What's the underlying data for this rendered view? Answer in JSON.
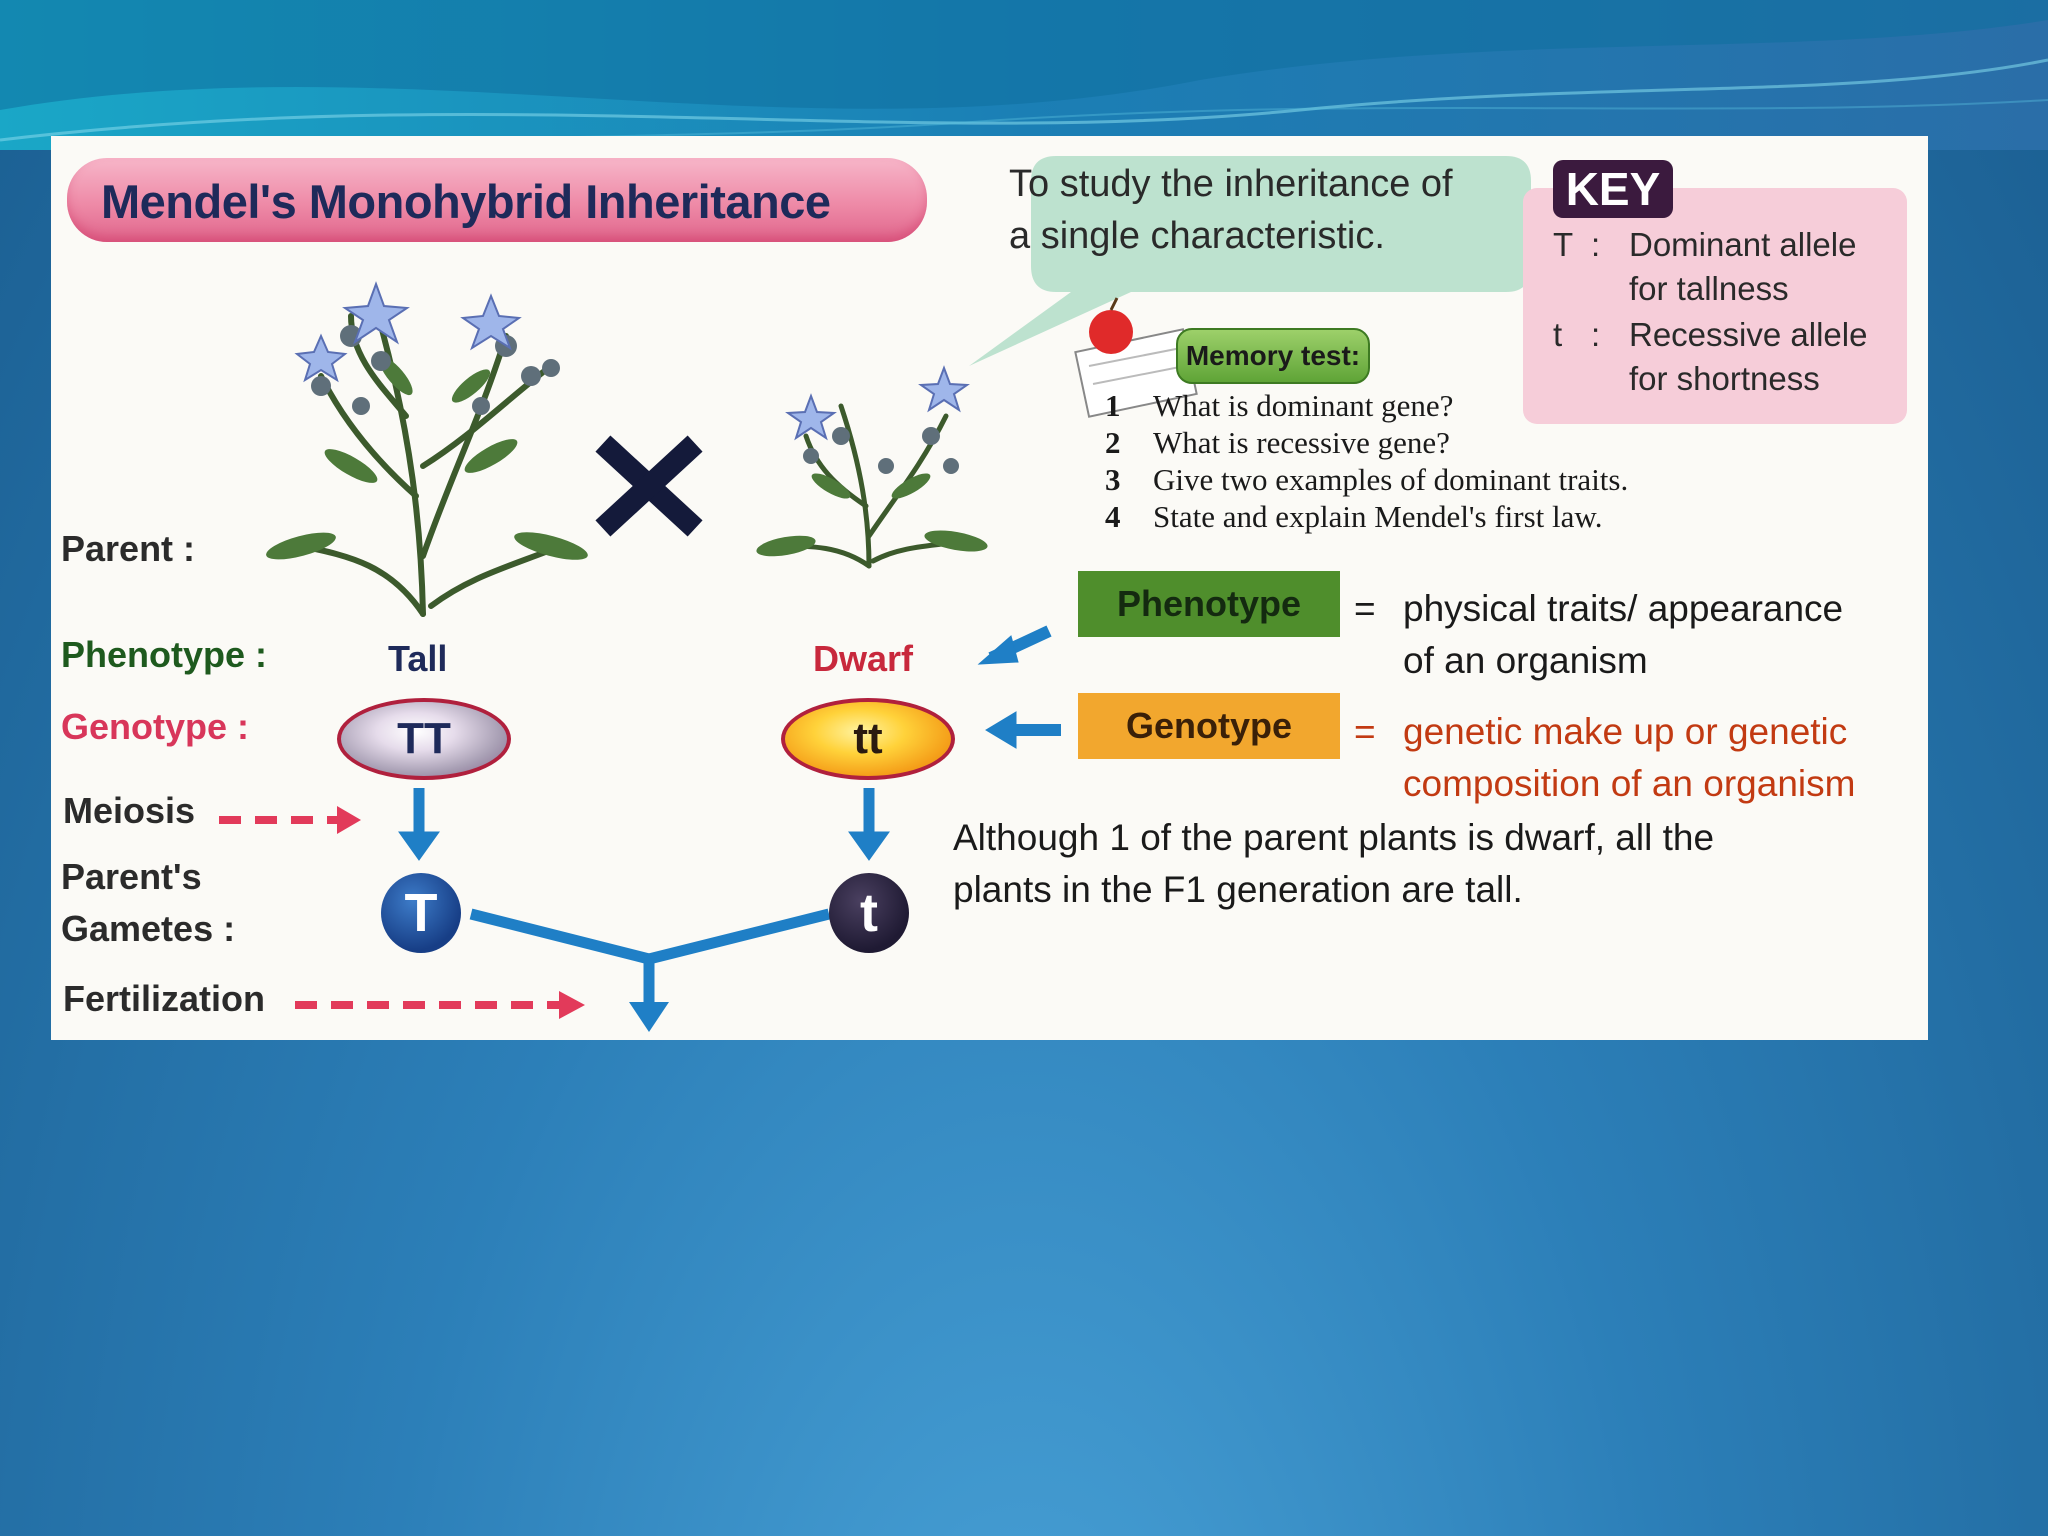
{
  "title": "Mendel's Monohybrid Inheritance",
  "bubble": "To study the inheritance of a single characteristic.",
  "key": {
    "badge": "KEY",
    "items": [
      {
        "symbol": "T",
        "sep": ":",
        "line1": "Dominant allele",
        "line2": "for tallness"
      },
      {
        "symbol": "t",
        "sep": ":",
        "line1": "Recessive allele",
        "line2": "for shortness"
      }
    ]
  },
  "memory_test": {
    "badge": "Memory test:",
    "questions": [
      {
        "num": "1",
        "text": "What is dominant gene?"
      },
      {
        "num": "2",
        "text": "What is recessive gene?"
      },
      {
        "num": "3",
        "text": "Give two examples of dominant traits."
      },
      {
        "num": "4",
        "text": "State and explain Mendel's first law."
      }
    ]
  },
  "rows": {
    "parent": "Parent :",
    "phenotype": "Phenotype :",
    "genotype": "Genotype :",
    "meiosis": "Meiosis",
    "gametes_line1": "Parent's",
    "gametes_line2": "Gametes :",
    "fertilization": "Fertilization"
  },
  "parents": {
    "left_phenotype": "Tall",
    "right_phenotype": "Dwarf",
    "left_genotype": "TT",
    "right_genotype": "tt",
    "left_gamete": "T",
    "right_gamete": "t"
  },
  "definitions": {
    "phenotype_label": "Phenotype",
    "phenotype_eq": "=",
    "phenotype_line1": "physical traits/ appearance",
    "phenotype_line2": "of an organism",
    "genotype_label": "Genotype",
    "genotype_eq": "=",
    "genotype_line1": "genetic make up or genetic",
    "genotype_line2": "composition of an organism"
  },
  "note_line1": "Although 1 of the parent plants is dwarf, all the",
  "note_line2": "plants in the F1 generation are tall.",
  "colors": {
    "title_text": "#1e2a5a",
    "phenotype_label": "#1e5a1e",
    "genotype_label": "#d8365a",
    "dwarf": "#c8283c",
    "arrow_blue": "#1f7fc6",
    "dashed_red": "#e23a5a",
    "genotype_def": "#c23a12"
  }
}
